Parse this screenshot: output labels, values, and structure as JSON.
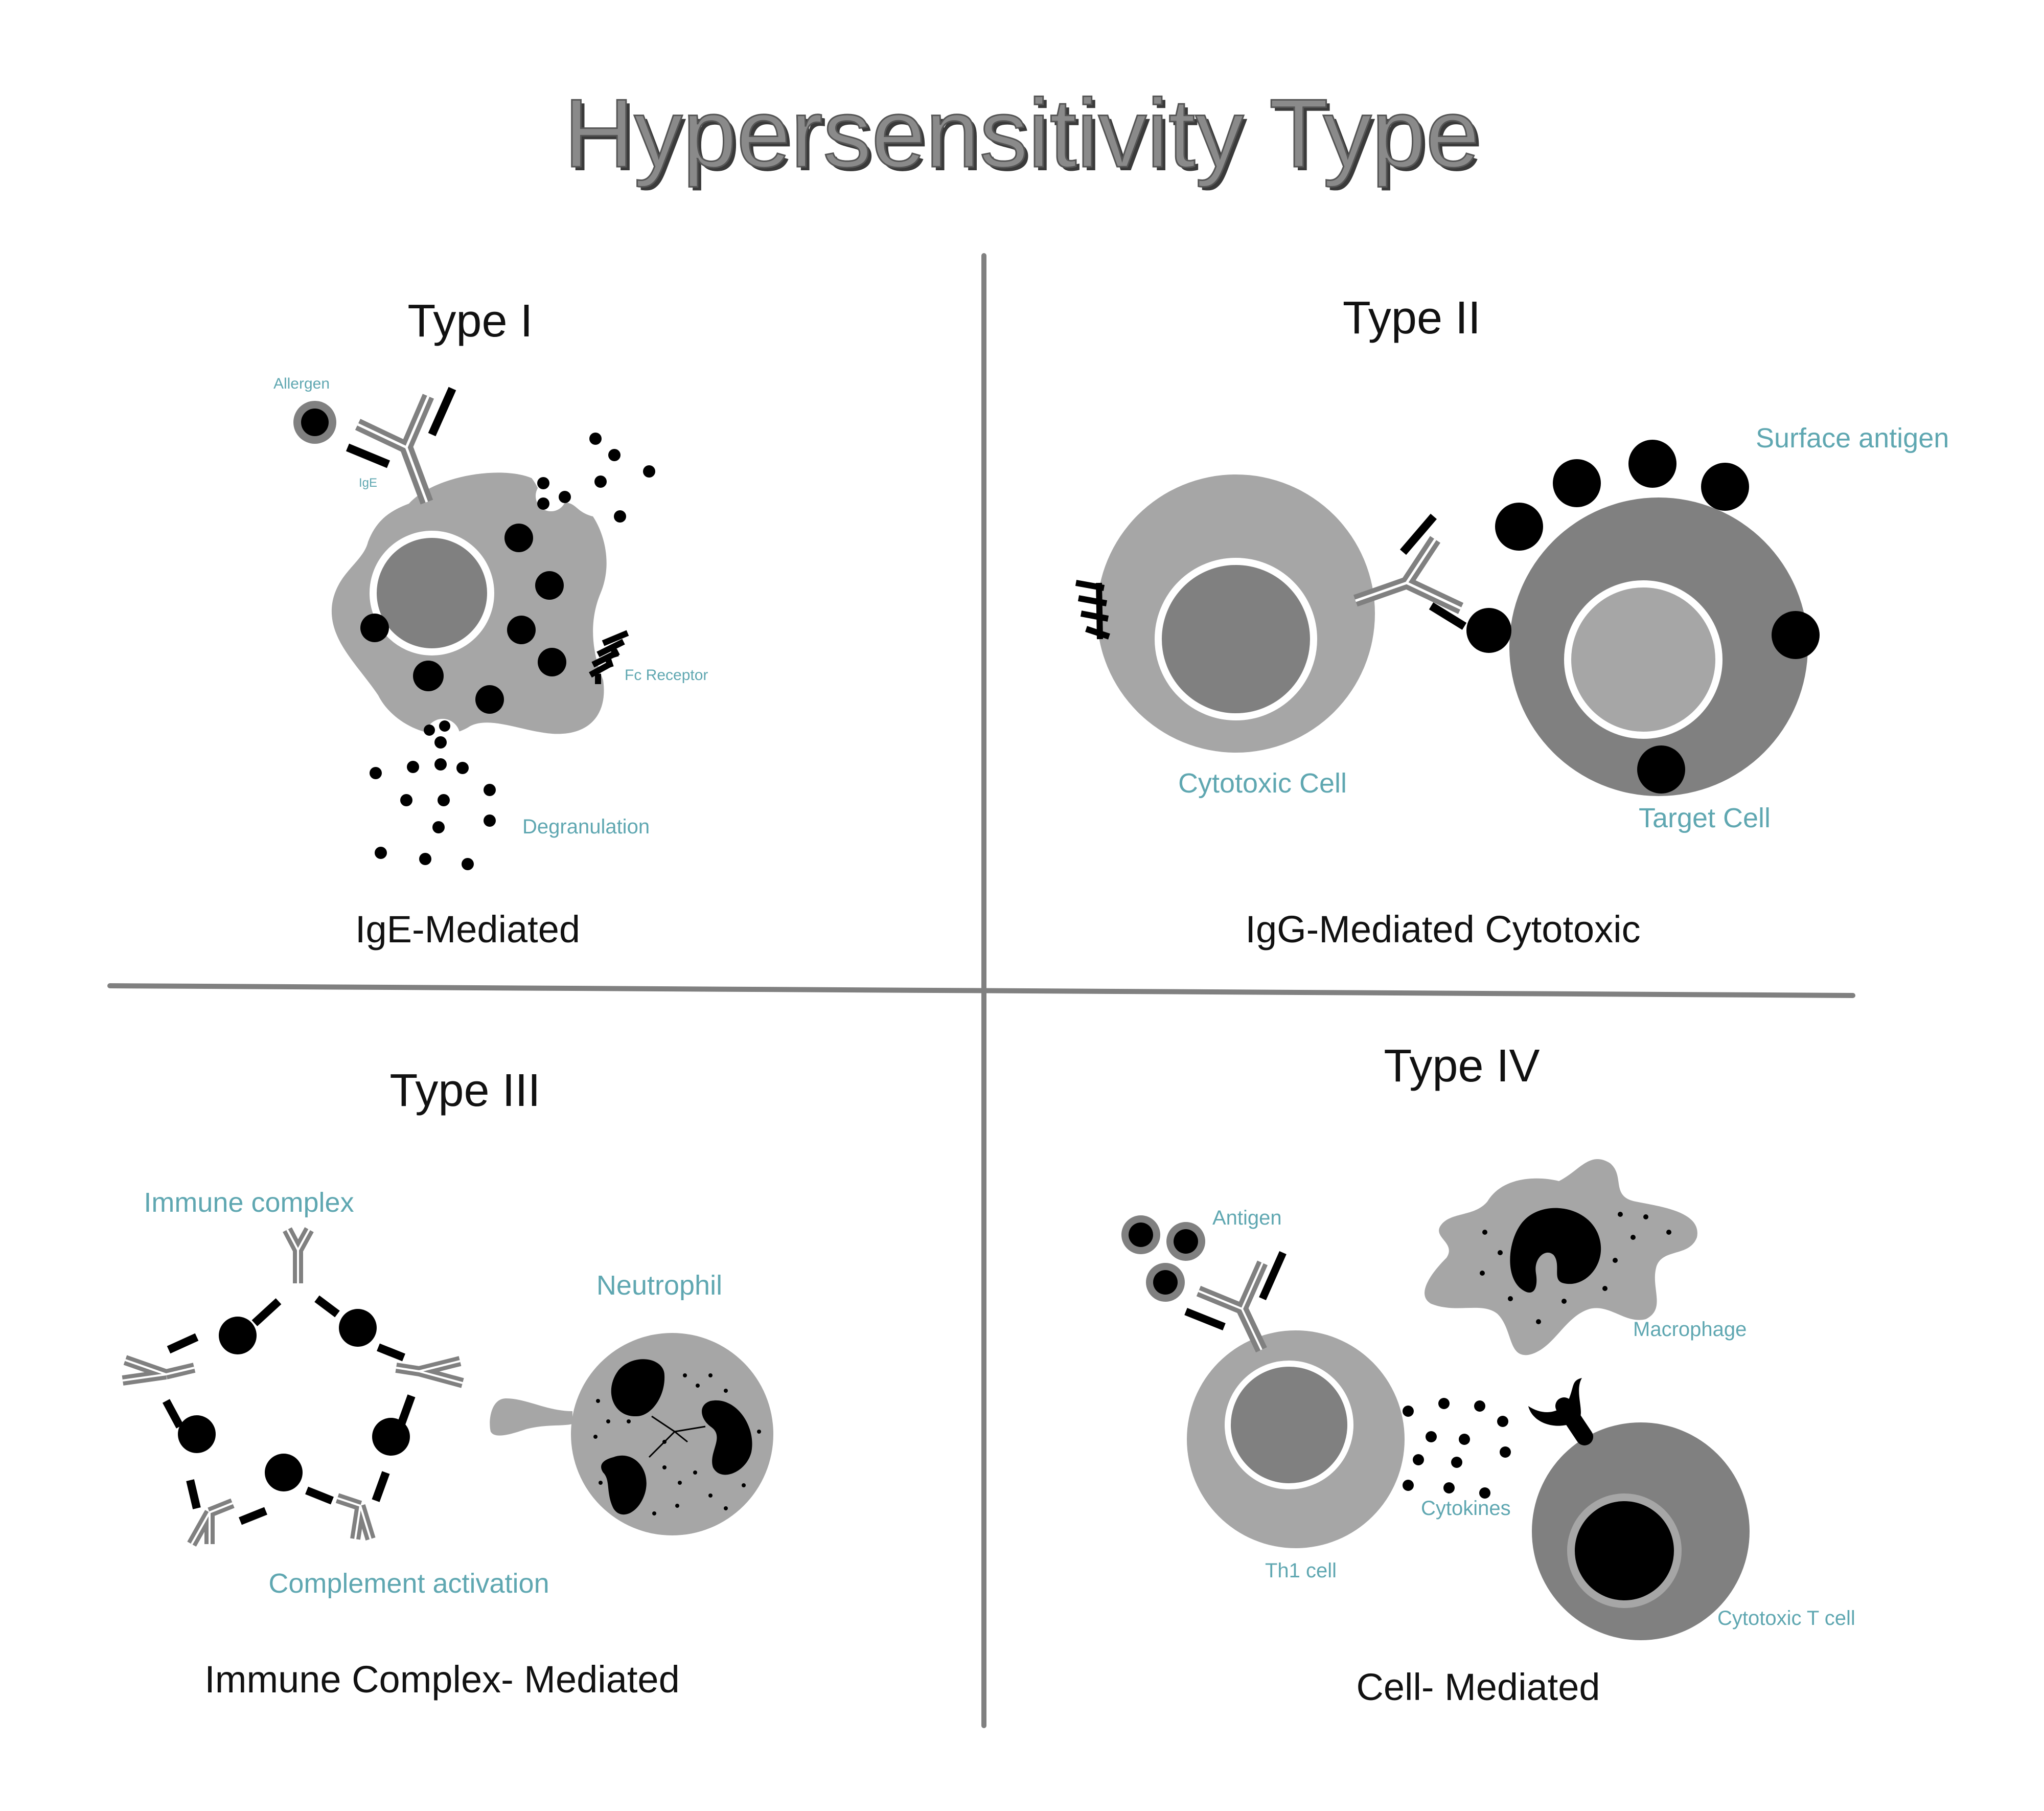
{
  "title": "Hypersensitivity Type",
  "panels": {
    "type1": {
      "heading": "Type I",
      "caption": "IgE-Mediated",
      "labels": {
        "allergen": "Allergen",
        "ige": "IgE",
        "fc_receptor": "Fc Receptor",
        "degranulation": "Degranulation"
      }
    },
    "type2": {
      "heading": "Type II",
      "caption": "IgG-Mediated Cytotoxic",
      "labels": {
        "surface_antigen": "Surface antigen",
        "cytotoxic_cell": "Cytotoxic Cell",
        "target_cell": "Target Cell"
      }
    },
    "type3": {
      "heading": "Type III",
      "caption": "Immune Complex- Mediated",
      "labels": {
        "immune_complex": "Immune complex",
        "neutrophil": "Neutrophil",
        "complement_activation": "Complement activation"
      }
    },
    "type4": {
      "heading": "Type IV",
      "caption": "Cell- Mediated",
      "labels": {
        "antigen": "Antigen",
        "macrophage": "Macrophage",
        "cytokines": "Cytokines",
        "th1_cell": "Th1 cell",
        "cytotoxic_t_cell": "Cytotoxic T cell"
      }
    }
  },
  "colors": {
    "label_teal": "#5fa7b1",
    "cell_light": "#a6a6a6",
    "cell_mid": "#808080",
    "divider": "#808080",
    "granule": "#000000"
  }
}
